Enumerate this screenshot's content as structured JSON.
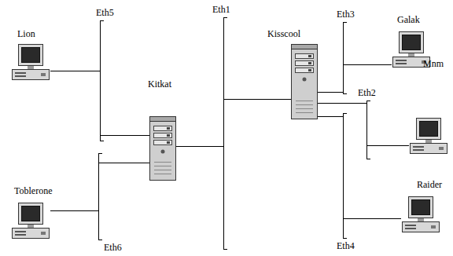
{
  "diagram": {
    "nodes": [
      {
        "text": [
          "Eth5"
        ]
      },
      {
        "text": [
          "Lion"
        ]
      },
      {
        "text": [
          "Eth1"
        ]
      },
      {
        "text": [
          "Eth3"
        ]
      },
      {
        "text": [
          "Galak"
        ]
      },
      {
        "text": [
          "Kisscool"
        ]
      },
      {
        "text": [
          "Eth2"
        ]
      },
      {
        "text": [
          "Mnm"
        ]
      },
      {
        "text": [
          "Kitkat"
        ]
      },
      {
        "text": [
          "Raider"
        ]
      },
      {
        "text": [
          "Toblerone"
        ]
      },
      {
        "text": [
          "Eth6"
        ]
      },
      {
        "text": [
          "Eth4"
        ]
      }
    ],
    "edges": [
      {
        "from": 1,
        "to": 0,
        "arrow": "none"
      },
      {
        "from": 8,
        "to": 0,
        "arrow": "none"
      },
      {
        "from": 8,
        "to": 11,
        "arrow": "none"
      },
      {
        "from": 10,
        "to": 11,
        "arrow": "none"
      },
      {
        "from": 8,
        "to": 2,
        "arrow": "none"
      },
      {
        "from": 5,
        "to": 2,
        "arrow": "none"
      },
      {
        "from": 5,
        "to": 3,
        "arrow": "none"
      },
      {
        "from": 4,
        "to": 3,
        "arrow": "none"
      },
      {
        "from": 5,
        "to": 6,
        "arrow": "none"
      },
      {
        "from": 7,
        "to": 6,
        "arrow": "none"
      },
      {
        "from": 5,
        "to": 12,
        "arrow": "none"
      },
      {
        "from": 9,
        "to": 12,
        "arrow": "none"
      }
    ]
  }
}
